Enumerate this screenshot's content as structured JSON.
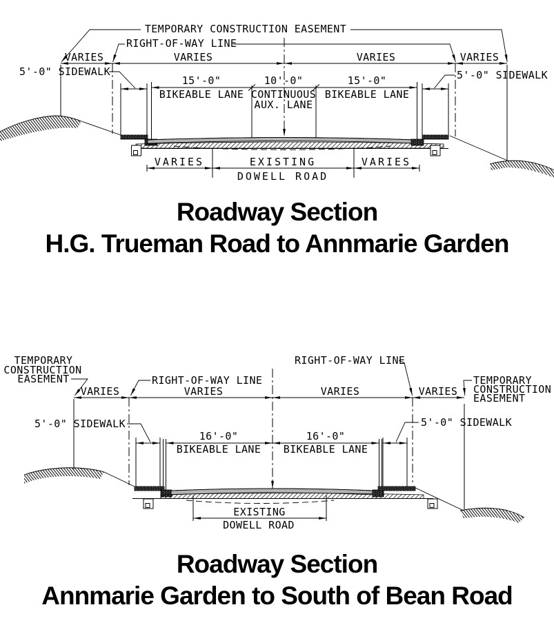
{
  "diagram1": {
    "easement_label": "TEMPORARY CONSTRUCTION EASEMENT",
    "row_label": "RIGHT-OF-WAY LINE",
    "varies": "VARIES",
    "sidewalk_left": "5'-0\" SIDEWALK",
    "sidewalk_right": "5'-0\" SIDEWALK",
    "lane_outer_dim": "15'-0\"",
    "lane_center_dim": "10'-0\"",
    "bikeable_lane": "BIKEABLE LANE",
    "continuous": "CONTINUOUS",
    "aux_lane": "AUX. LANE",
    "existing": "EXISTING",
    "dowell_road": "DOWELL ROAD",
    "title": "Roadway Section",
    "subtitle": "H.G. Trueman Road to Annmarie Garden"
  },
  "diagram2": {
    "easement_line1": "TEMPORARY",
    "easement_line2": "CONSTRUCTION",
    "easement_line3": "EASEMENT",
    "row_label": "RIGHT-OF-WAY LINE",
    "varies": "VARIES",
    "sidewalk_left": "5'-0\" SIDEWALK",
    "sidewalk_right": "5'-0\" SIDEWALK",
    "lane_dim": "16'-0\"",
    "bikeable_lane": "BIKEABLE LANE",
    "existing": "EXISTING",
    "dowell_road": "DOWELL ROAD",
    "title": "Roadway Section",
    "subtitle": "Annmarie Garden to South of Bean Road"
  },
  "colors": {
    "line": "#000000",
    "pavement_overlay": "#b3b3b3",
    "background": "#ffffff"
  }
}
